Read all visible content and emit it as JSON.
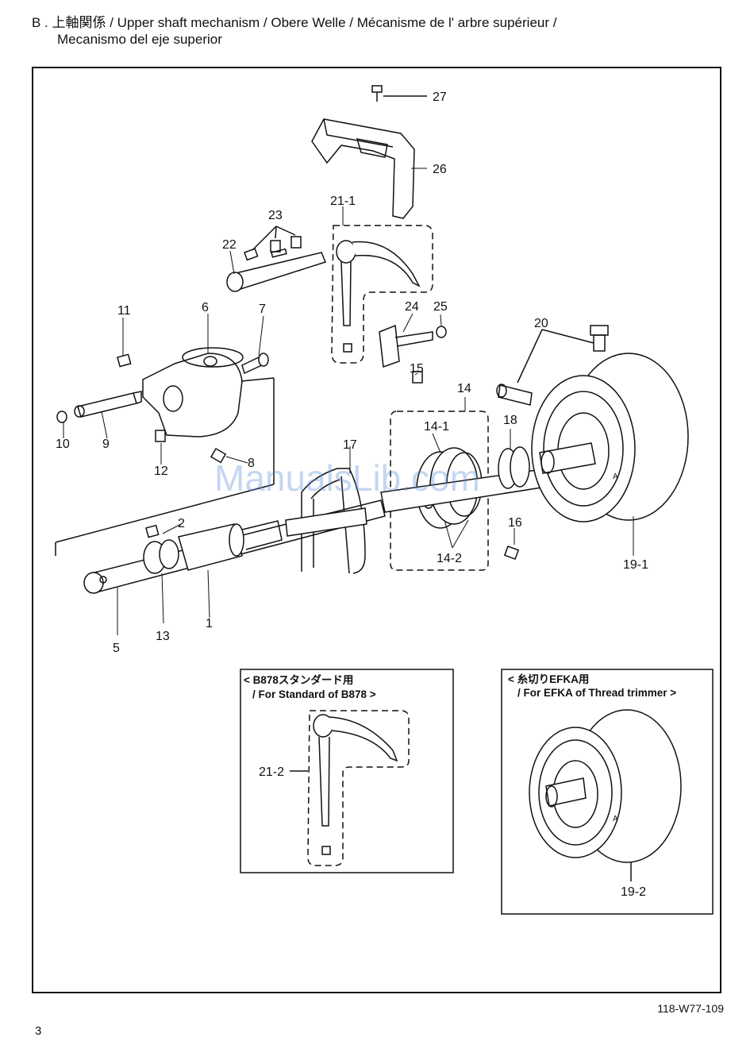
{
  "header": {
    "line1": "B . 上軸関係 / Upper shaft mechanism / Obere Welle / Mécanisme de l' arbre supérieur /",
    "line2": "Mecanismo del eje superior"
  },
  "watermark": "ManualsLib.com",
  "callouts": {
    "p1": "1",
    "p2": "2",
    "p5": "5",
    "p6": "6",
    "p7": "7",
    "p8": "8",
    "p9": "9",
    "p10": "10",
    "p11": "11",
    "p12": "12",
    "p13": "13",
    "p14": "14",
    "p15": "15",
    "p16": "16",
    "p17": "17",
    "p18": "18",
    "p20": "20",
    "p22": "22",
    "p23": "23",
    "p24": "24",
    "p25": "25",
    "p26": "26",
    "p27": "27",
    "p21_1": "21-1",
    "p14_1": "14-1",
    "p14_2": "14-2",
    "p19_1": "19-1",
    "p21_2": "21-2",
    "p19_2": "19-2"
  },
  "inset_left": {
    "caption1": "< B878スタンダード用",
    "caption2": "/ For Standard of B878 >"
  },
  "inset_right": {
    "caption1": "< 糸切りEFKA用",
    "caption2": "/ For EFKA of Thread trimmer >",
    "mark_a": "A"
  },
  "pulley_mark": "A",
  "footer": {
    "doc_number": "118-W77-109",
    "page_number": "3"
  }
}
